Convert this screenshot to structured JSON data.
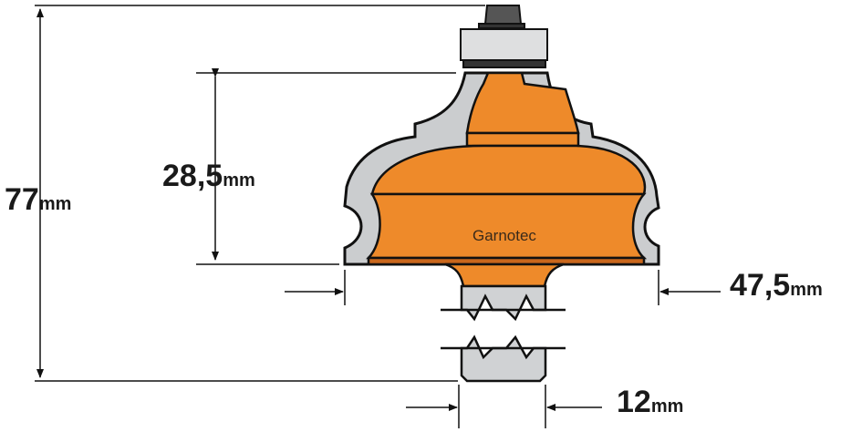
{
  "brand": "Garnotec",
  "dimensions": {
    "total_length": {
      "value": "77",
      "unit": "mm"
    },
    "cutting_height": {
      "value": "28,5",
      "unit": "mm"
    },
    "cutting_diameter": {
      "value": "47,5",
      "unit": "mm"
    },
    "shank_diameter": {
      "value": "12",
      "unit": "mm"
    }
  },
  "colors": {
    "cutter": "#ee8a2a",
    "steel": "#d0d2d4",
    "outline": "#111111"
  }
}
